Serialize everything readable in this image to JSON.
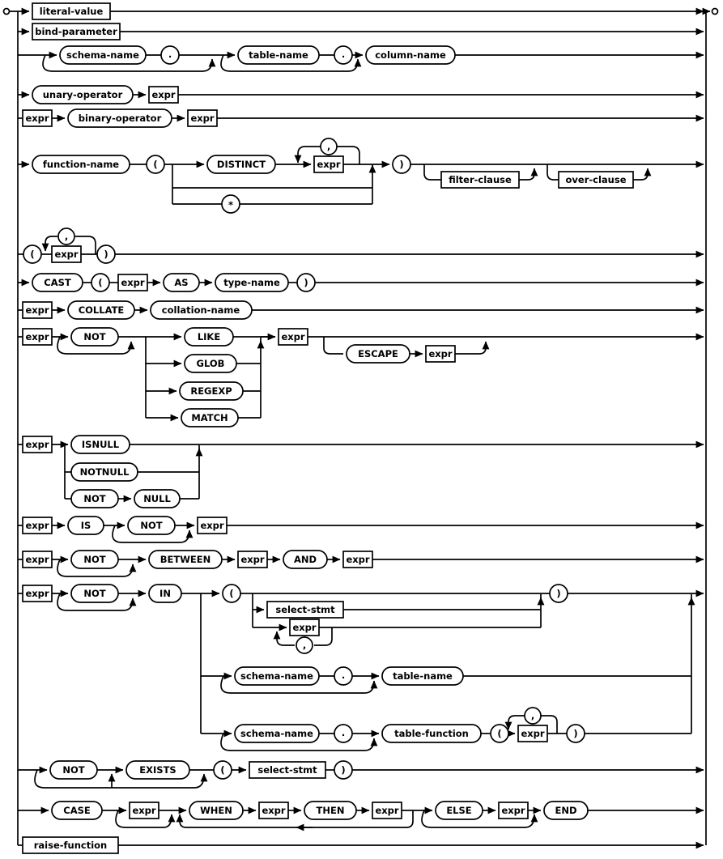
{
  "diagram": {
    "name": "expr-syntax-railroad-diagram",
    "colors": {
      "line": "#000000",
      "background": "#ffffff",
      "node_fill": "#ffffff"
    },
    "tokens": {
      "literal_value": "literal-value",
      "bind_parameter": "bind-parameter",
      "schema_name": "schema-name",
      "table_name": "table-name",
      "column_name": "column-name",
      "unary_operator": "unary-operator",
      "expr": "expr",
      "binary_operator": "binary-operator",
      "function_name": "function-name",
      "DISTINCT": "DISTINCT",
      "filter_clause": "filter-clause",
      "over_clause": "over-clause",
      "CAST": "CAST",
      "AS": "AS",
      "type_name": "type-name",
      "COLLATE": "COLLATE",
      "collation_name": "collation-name",
      "NOT": "NOT",
      "LIKE": "LIKE",
      "GLOB": "GLOB",
      "REGEXP": "REGEXP",
      "MATCH": "MATCH",
      "ESCAPE": "ESCAPE",
      "ISNULL": "ISNULL",
      "NOTNULL": "NOTNULL",
      "NULL": "NULL",
      "IS": "IS",
      "BETWEEN": "BETWEEN",
      "AND": "AND",
      "IN": "IN",
      "select_stmt": "select-stmt",
      "table_function": "table-function",
      "EXISTS": "EXISTS",
      "CASE": "CASE",
      "WHEN": "WHEN",
      "THEN": "THEN",
      "ELSE": "ELSE",
      "END": "END",
      "raise_function": "raise-function",
      "comma": ",",
      "dot": ".",
      "lparen": "(",
      "rparen": ")",
      "star": "*"
    }
  }
}
